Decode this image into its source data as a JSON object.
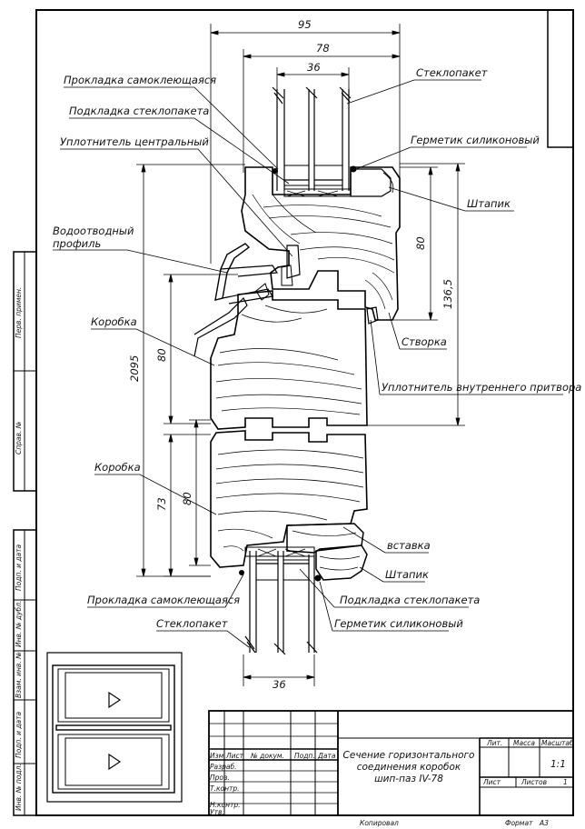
{
  "dimensions": {
    "d95": "95",
    "d78": "78",
    "d36_top": "36",
    "d80_right": "80",
    "d136": "136,5",
    "d2095": "2095",
    "d80_mid": "80",
    "d73": "73",
    "d80_low": "80",
    "d36_bottom": "36"
  },
  "labels": {
    "prokladka_samoklei_top": "Прокладка самоклеющаяся",
    "podkladka_stekla_top": "Подкладка стеклопакета",
    "uplotnitel_central": "Уплотнитель центральный",
    "vodootvod": "Водоотводный",
    "vodootvod2": "профиль",
    "korobka1": "Коробка",
    "korobka2": "Коробка",
    "steklopaket_top": "Стеклопакет",
    "germetik_top": "Герметик силиконовый",
    "shtapik_top": "Штапик",
    "stvorka": "Створка",
    "uplotnitel_vnutr": "Уплотнитель внутреннего притвора",
    "vstavka": "вставка",
    "shtapik_bottom": "Штапик",
    "prokladka_samoklei_bottom": "Прокладка самоклеющаяся",
    "podkladka_stekla_bottom": "Подкладка стеклопакета",
    "steklopaket_bottom": "Стеклопакет",
    "germetik_bottom": "Герметик силиконовый"
  },
  "side_stamp": {
    "perv_primen": "Перв. примен.",
    "sprav_no": "Справ. №",
    "podp_data1": "Подп. и дата",
    "inv_dubl": "Инв. № дубл.",
    "vzam_inv": "Взам. инв. №",
    "podp_data2": "Подп. и дата",
    "inv_podl": "Инв. № подл."
  },
  "title_block": {
    "title1": "Сечение горизонтального",
    "title2": "соединения коробок",
    "title3": "шип-паз IV-78",
    "izm": "Изм.",
    "list": "Лист",
    "n_dokum": "№ докум.",
    "podp": "Подп.",
    "data": "Дата",
    "razrab": "Разраб.",
    "prov": "Пров.",
    "t_kontr": "Т.контр.",
    "n_kontr": "Н.контр.",
    "utv": "Утв.",
    "lit": "Лит.",
    "massa": "Масса",
    "masshtab": "Масштаб",
    "scale_value": "1:1",
    "list2": "Лист",
    "listov": "Листов",
    "listov_value": "1",
    "kopiroval": "Копировал",
    "format": "Формат",
    "format_value": "А3"
  }
}
